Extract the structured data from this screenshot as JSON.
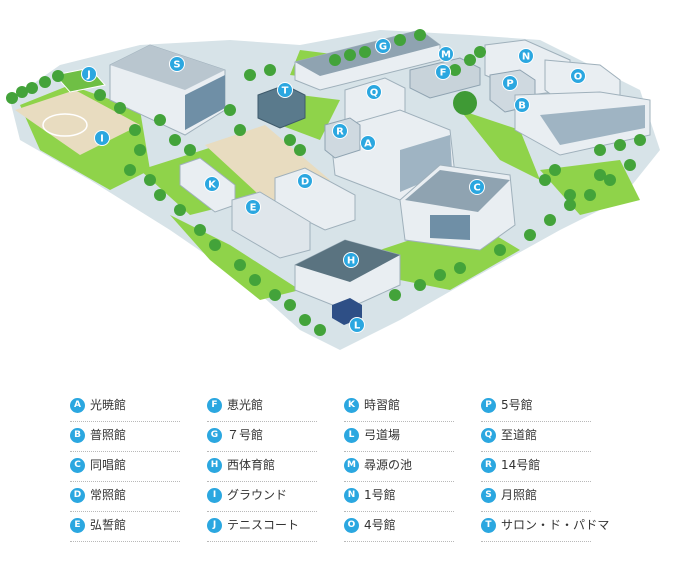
{
  "colors": {
    "marker": "#2ba7e0",
    "lawn": "#8fd34a",
    "lawn_dark": "#6bbf2e",
    "tree": "#43a33a",
    "road": "#d7e3e8",
    "building_roof": "#b9c6cf",
    "building_wall": "#e9eef2",
    "building_glass": "#6f8fa6",
    "field": "#e8dcc0"
  },
  "markers": [
    {
      "letter": "A",
      "name": "光暁館",
      "mx": 368,
      "my": 143
    },
    {
      "letter": "B",
      "name": "普照館",
      "mx": 522,
      "my": 105
    },
    {
      "letter": "C",
      "name": "同唱館",
      "mx": 477,
      "my": 187
    },
    {
      "letter": "D",
      "name": "常照館",
      "mx": 305,
      "my": 181
    },
    {
      "letter": "E",
      "name": "弘誓館",
      "mx": 253,
      "my": 207
    },
    {
      "letter": "F",
      "name": "恵光館",
      "mx": 443,
      "my": 72
    },
    {
      "letter": "G",
      "name": "７号館",
      "mx": 383,
      "my": 46
    },
    {
      "letter": "H",
      "name": "西体育館",
      "mx": 351,
      "my": 260
    },
    {
      "letter": "I",
      "name": "グラウンド",
      "mx": 102,
      "my": 138
    },
    {
      "letter": "J",
      "name": "テニスコート",
      "mx": 89,
      "my": 74
    },
    {
      "letter": "K",
      "name": "時習館",
      "mx": 212,
      "my": 184
    },
    {
      "letter": "L",
      "name": "弓道場",
      "mx": 357,
      "my": 325
    },
    {
      "letter": "M",
      "name": "尋源の池",
      "mx": 446,
      "my": 54
    },
    {
      "letter": "N",
      "name": "1号館",
      "mx": 526,
      "my": 56
    },
    {
      "letter": "O",
      "name": "4号館",
      "mx": 578,
      "my": 76
    },
    {
      "letter": "P",
      "name": "5号館",
      "mx": 510,
      "my": 83
    },
    {
      "letter": "Q",
      "name": "至道館",
      "mx": 374,
      "my": 92
    },
    {
      "letter": "R",
      "name": "14号館",
      "mx": 340,
      "my": 131
    },
    {
      "letter": "S",
      "name": "月照館",
      "mx": 177,
      "my": 64
    },
    {
      "letter": "T",
      "name": "サロン・ド・パドマ",
      "mx": 285,
      "my": 90
    }
  ],
  "legend": {
    "columns": [
      [
        {
          "letter": "A",
          "label": "光暁館"
        },
        {
          "letter": "B",
          "label": "普照館"
        },
        {
          "letter": "C",
          "label": "同唱館"
        },
        {
          "letter": "D",
          "label": "常照館"
        },
        {
          "letter": "E",
          "label": "弘誓館"
        }
      ],
      [
        {
          "letter": "F",
          "label": "恵光館"
        },
        {
          "letter": "G",
          "label": "７号館"
        },
        {
          "letter": "H",
          "label": "西体育館"
        },
        {
          "letter": "I",
          "label": "グラウンド"
        },
        {
          "letter": "J",
          "label": "テニスコート"
        }
      ],
      [
        {
          "letter": "K",
          "label": "時習館"
        },
        {
          "letter": "L",
          "label": "弓道場"
        },
        {
          "letter": "M",
          "label": "尋源の池"
        },
        {
          "letter": "N",
          "label": "1号館"
        },
        {
          "letter": "O",
          "label": "4号館"
        }
      ],
      [
        {
          "letter": "P",
          "label": "5号館"
        },
        {
          "letter": "Q",
          "label": "至道館"
        },
        {
          "letter": "R",
          "label": "14号館"
        },
        {
          "letter": "S",
          "label": "月照館"
        },
        {
          "letter": "T",
          "label": "サロン・ド・パドマ"
        }
      ]
    ]
  }
}
